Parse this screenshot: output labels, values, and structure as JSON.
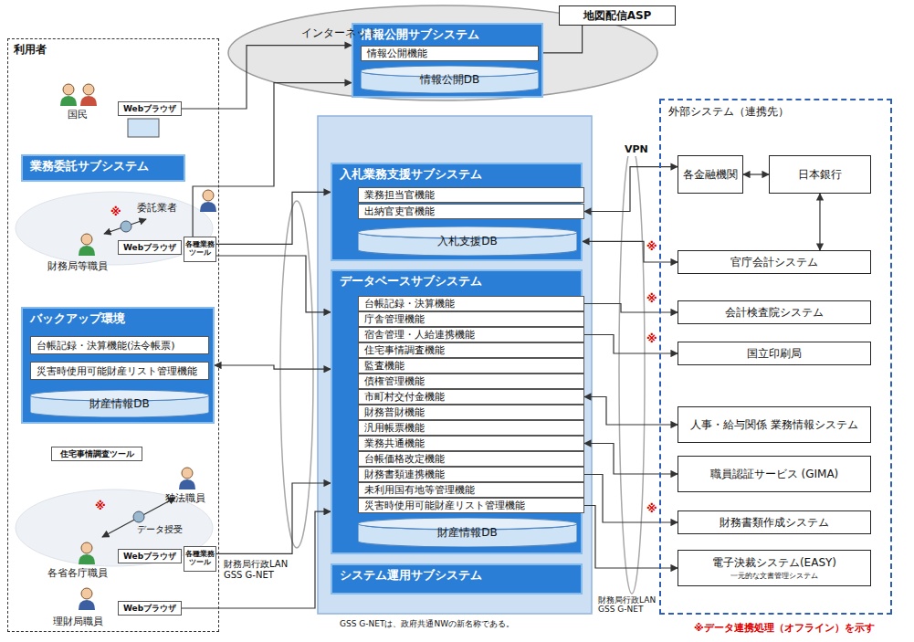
{
  "diagram": {
    "nodes": [
      {
        "text": [
          "利用者"
        ]
      },
      {
        "text": [
          "Webブラウザ"
        ],
        "in": 0
      },
      {
        "text": [
          "業務委託サブシステム"
        ],
        "in": 0
      },
      {
        "text": [
          "Webブラウザ"
        ],
        "in": 0
      },
      {
        "text": [
          "各種業務ツール"
        ],
        "in": 0
      },
      {
        "text": [
          "バックアップ環境"
        ],
        "in": 0
      },
      {
        "text": [
          "台帳記録・決算機能(法令帳票)"
        ],
        "in": 5
      },
      {
        "text": [
          "災害時使用可能財産リスト管理機能"
        ],
        "in": 5
      },
      {
        "text": [
          "財産情報DB"
        ],
        "in": 5
      },
      {
        "text": [
          "住宅事情調査ツール"
        ],
        "in": 0
      },
      {
        "text": [
          "Webブラウザ"
        ],
        "in": 0
      },
      {
        "text": [
          "各種業務ツール"
        ],
        "in": 0
      },
      {
        "text": [
          "Webブラウザ"
        ],
        "in": 0
      },
      {
        "text": [
          "情報公開サブシステム"
        ]
      },
      {
        "text": [
          "情報公開機能"
        ],
        "in": 13
      },
      {
        "text": [
          "情報公開DB"
        ],
        "in": 13
      },
      {
        "text": [
          "地図配信ASP"
        ]
      },
      {
        "text": [
          "入札業務支援サブシステム"
        ]
      },
      {
        "text": [
          "業務担当官機能"
        ],
        "in": 17
      },
      {
        "text": [
          "出納官吏官機能"
        ],
        "in": 17
      },
      {
        "text": [
          "入札支援DB"
        ],
        "in": 17
      },
      {
        "text": [
          "データベースサブシステム"
        ]
      },
      {
        "text": [
          "台帳記録・決算機能"
        ],
        "in": 21
      },
      {
        "text": [
          "庁舎管理機能"
        ],
        "in": 21
      },
      {
        "text": [
          "宿舎管理・人給連携機能"
        ],
        "in": 21
      },
      {
        "text": [
          "住宅事情調査機能"
        ],
        "in": 21
      },
      {
        "text": [
          "監査機能"
        ],
        "in": 21
      },
      {
        "text": [
          "債権管理機能"
        ],
        "in": 21
      },
      {
        "text": [
          "市町村交付金機能"
        ],
        "in": 21
      },
      {
        "text": [
          "財務普財機能"
        ],
        "in": 21
      },
      {
        "text": [
          "汎用帳票機能"
        ],
        "in": 21
      },
      {
        "text": [
          "業務共通機能"
        ],
        "in": 21
      },
      {
        "text": [
          "台帳価格改定機能"
        ],
        "in": 21
      },
      {
        "text": [
          "財務書類連携機能"
        ],
        "in": 21
      },
      {
        "text": [
          "未利用国有地等管理機能"
        ],
        "in": 21
      },
      {
        "text": [
          "災害時使用可能財産リスト管理機能"
        ],
        "in": 21
      },
      {
        "text": [
          "財産情報DB"
        ],
        "in": 21
      },
      {
        "text": [
          "システム運用サブシステム"
        ]
      },
      {
        "text": [
          "外部システム（連携先）"
        ]
      },
      {
        "text": [
          "各金融機関"
        ],
        "in": 38
      },
      {
        "text": [
          "日本銀行"
        ],
        "in": 38
      },
      {
        "text": [
          "官庁会計システム"
        ],
        "in": 38
      },
      {
        "text": [
          "会計検査院システム"
        ],
        "in": 38
      },
      {
        "text": [
          "国立印刷局"
        ],
        "in": 38
      },
      {
        "text": [
          "人事・給与関係 業務情報システム"
        ],
        "in": 38
      },
      {
        "text": [
          "職員認証サービス (GIMA)"
        ],
        "in": 38
      },
      {
        "text": [
          "財務書類作成システム"
        ],
        "in": 38
      },
      {
        "text": [
          "電子決裁システム(EASY)",
          "一元的な文書管理システム"
        ],
        "in": 38
      }
    ],
    "edges": [
      {
        "from": 1,
        "to": 13,
        "arrow": "to"
      },
      {
        "from": 4,
        "to": 13,
        "arrow": "to"
      },
      {
        "from": 4,
        "to": 17,
        "arrow": "to"
      },
      {
        "from": 4,
        "to": 21,
        "arrow": "to"
      },
      {
        "from": 5,
        "to": 21,
        "arrow": "both"
      },
      {
        "from": 11,
        "to": 21,
        "arrow": "to"
      },
      {
        "from": 12,
        "to": 21,
        "arrow": "to"
      },
      {
        "from": 16,
        "to": 13,
        "arrow": "none"
      },
      {
        "from": 19,
        "to": 39,
        "label": "VPN",
        "arrow": "both"
      },
      {
        "from": 17,
        "to": 41,
        "arrow": "both"
      },
      {
        "from": 39,
        "to": 40,
        "arrow": "both"
      },
      {
        "from": 40,
        "to": 41,
        "arrow": "both"
      },
      {
        "from": 22,
        "to": 42,
        "arrow": "to"
      },
      {
        "from": 24,
        "to": 43,
        "arrow": "to"
      },
      {
        "from": 28,
        "to": 44,
        "arrow": "both"
      },
      {
        "from": 31,
        "to": 45,
        "arrow": "both"
      },
      {
        "from": 33,
        "to": 46,
        "arrow": "to"
      },
      {
        "from": 35,
        "to": 47,
        "arrow": "to"
      }
    ],
    "labels": [
      "インターネット",
      "国民",
      "委託業者",
      "※",
      "財務局等職員",
      "独法職員",
      "※",
      "データ授受",
      "各省各庁職員",
      "理財局職員",
      "財務局行政LAN GSS G-NET",
      "財務局行政LAN GSS G-NET",
      "※",
      "※",
      "※",
      "※",
      "GSS G-NETは、政府共通NWの新名称である。",
      "※データ連携処理（オフライン）を示す"
    ]
  }
}
